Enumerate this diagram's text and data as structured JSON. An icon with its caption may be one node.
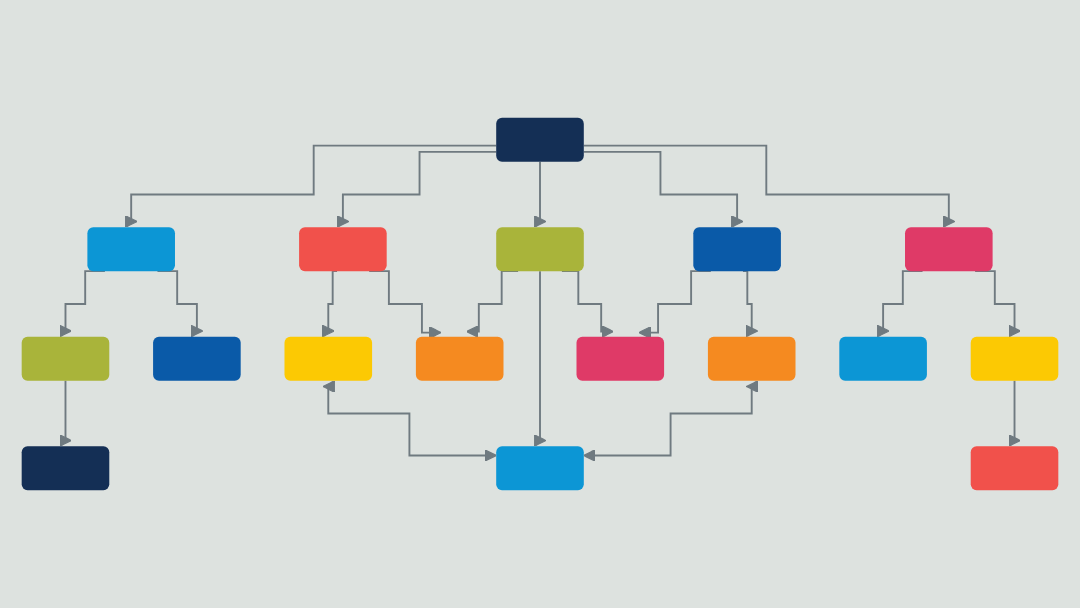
{
  "diagram": {
    "nodes": [
      {
        "text": [],
        "shape": "box"
      },
      {
        "text": [],
        "shape": "box"
      },
      {
        "text": [],
        "shape": "box"
      },
      {
        "text": [],
        "shape": "box"
      },
      {
        "text": [],
        "shape": "box"
      },
      {
        "text": [],
        "shape": "box"
      },
      {
        "text": [],
        "shape": "box"
      },
      {
        "text": [],
        "shape": "box"
      },
      {
        "text": [],
        "shape": "box"
      },
      {
        "text": [],
        "shape": "box"
      },
      {
        "text": [],
        "shape": "box"
      },
      {
        "text": [],
        "shape": "box"
      },
      {
        "text": [],
        "shape": "box"
      },
      {
        "text": [],
        "shape": "box"
      },
      {
        "text": [],
        "shape": "box"
      },
      {
        "text": [],
        "shape": "box"
      },
      {
        "text": [],
        "shape": "box"
      }
    ],
    "edges": [
      {
        "from": 0,
        "to": 1,
        "arrow": "to"
      },
      {
        "from": 0,
        "to": 2,
        "arrow": "to"
      },
      {
        "from": 0,
        "to": 3,
        "arrow": "to"
      },
      {
        "from": 0,
        "to": 4,
        "arrow": "to"
      },
      {
        "from": 0,
        "to": 5,
        "arrow": "to"
      },
      {
        "from": 1,
        "to": 6,
        "arrow": "to"
      },
      {
        "from": 1,
        "to": 7,
        "arrow": "to"
      },
      {
        "from": 2,
        "to": 8,
        "arrow": "to"
      },
      {
        "from": 2,
        "to": 9,
        "arrow": "to"
      },
      {
        "from": 3,
        "to": 9,
        "arrow": "to"
      },
      {
        "from": 3,
        "to": 15,
        "arrow": "to"
      },
      {
        "from": 3,
        "to": 10,
        "arrow": "to"
      },
      {
        "from": 4,
        "to": 10,
        "arrow": "to"
      },
      {
        "from": 4,
        "to": 11,
        "arrow": "to"
      },
      {
        "from": 5,
        "to": 12,
        "arrow": "to"
      },
      {
        "from": 5,
        "to": 13,
        "arrow": "to"
      },
      {
        "from": 6,
        "to": 14,
        "arrow": "to"
      },
      {
        "from": 8,
        "to": 15,
        "arrow": "both"
      },
      {
        "from": 11,
        "to": 15,
        "arrow": "both"
      },
      {
        "from": 13,
        "to": 16,
        "arrow": "to"
      }
    ]
  }
}
